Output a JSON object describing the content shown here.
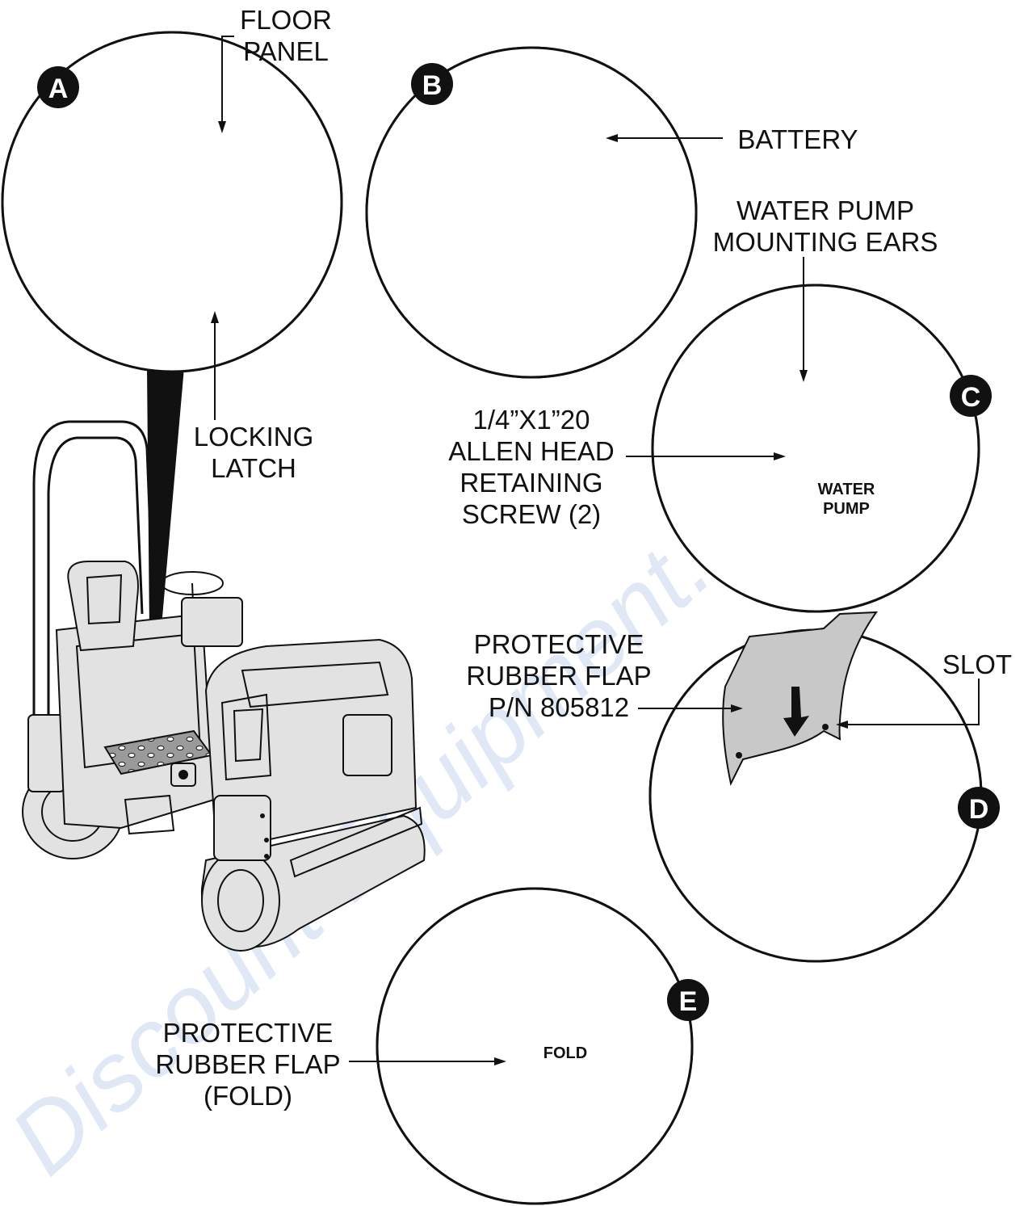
{
  "watermark": "Discount-Equipment.com",
  "badges": {
    "a": "A",
    "b": "B",
    "c": "C",
    "d": "D",
    "e": "E"
  },
  "labels": {
    "floor_panel_1": "FLOOR",
    "floor_panel_2": "PANEL",
    "battery": "BATTERY",
    "water_pump_ears_1": "WATER PUMP",
    "water_pump_ears_2": "MOUNTING EARS",
    "screw_1": "1/4”X1”20",
    "screw_2": "ALLEN HEAD",
    "screw_3": "RETAINING",
    "screw_4": "SCREW (2)",
    "locking_latch_1": "LOCKING",
    "locking_latch_2": "LATCH",
    "water_pump_1": "WATER",
    "water_pump_2": "PUMP",
    "flap_1": "PROTECTIVE",
    "flap_2": "RUBBER FLAP",
    "flap_3": "P/N 805812",
    "slot": "SLOT",
    "fold_1": "PROTECTIVE",
    "fold_2": "RUBBER FLAP",
    "fold_3": "(FOLD)",
    "fold_inner": "FOLD"
  }
}
